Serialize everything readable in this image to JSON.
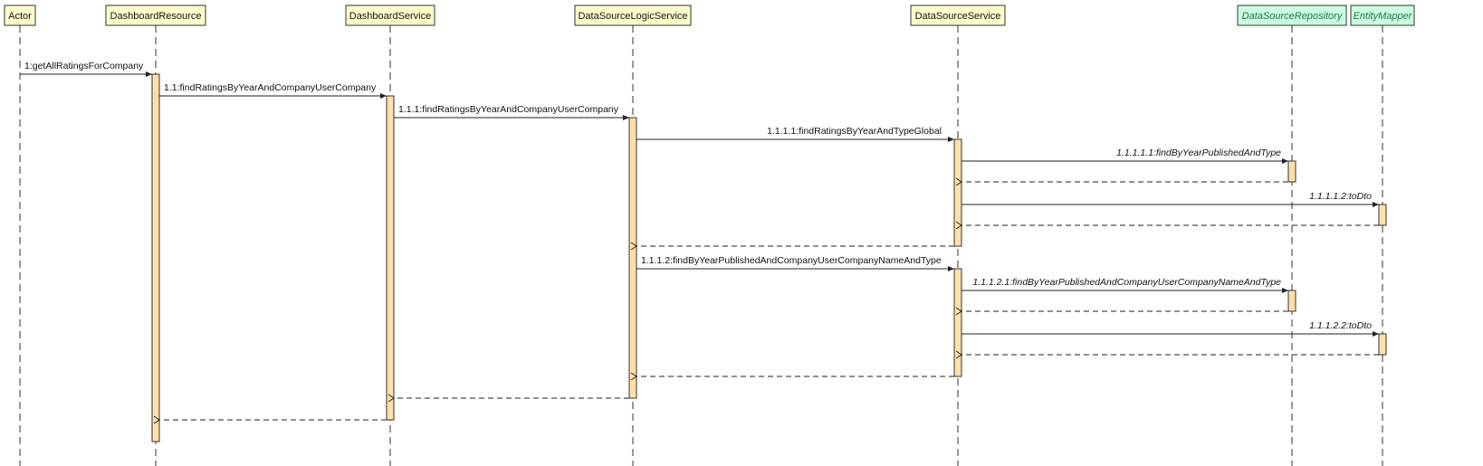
{
  "colors": {
    "participant_fill": "#ffffcc",
    "interface_fill": "#ccffdd",
    "activation_fill": "#ffe0a8",
    "line": "#333333",
    "text": "#111111"
  },
  "participants": [
    {
      "id": "actor",
      "name": "Actor",
      "style": "normal"
    },
    {
      "id": "dashboardResource",
      "name": "DashboardResource",
      "style": "normal"
    },
    {
      "id": "dashboardService",
      "name": "DashboardService",
      "style": "normal"
    },
    {
      "id": "dataSourceLogicService",
      "name": "DataSourceLogicService",
      "style": "normal"
    },
    {
      "id": "dataSourceService",
      "name": "DataSourceService",
      "style": "normal"
    },
    {
      "id": "dataSourceRepository",
      "name": "DataSourceRepository",
      "style": "interface"
    },
    {
      "id": "entityMapper",
      "name": "EntityMapper",
      "style": "interface"
    }
  ],
  "messages": [
    {
      "from": "actor",
      "to": "dashboardResource",
      "label": "1:getAllRatingsForCompany",
      "kind": "call"
    },
    {
      "from": "dashboardResource",
      "to": "dashboardService",
      "label": "1.1:findRatingsByYearAndCompanyUserCompany",
      "kind": "call"
    },
    {
      "from": "dashboardService",
      "to": "dataSourceLogicService",
      "label": "1.1.1:findRatingsByYearAndCompanyUserCompany",
      "kind": "call"
    },
    {
      "from": "dataSourceLogicService",
      "to": "dataSourceService",
      "label": "1.1.1.1:findRatingsByYearAndTypeGlobal",
      "kind": "call"
    },
    {
      "from": "dataSourceService",
      "to": "dataSourceRepository",
      "label": "1.1.1.1.1:findByYearPublishedAndType",
      "kind": "call",
      "italic": true
    },
    {
      "from": "dataSourceRepository",
      "to": "dataSourceService",
      "label": "",
      "kind": "return"
    },
    {
      "from": "dataSourceService",
      "to": "entityMapper",
      "label": "1.1.1.1.2:toDto",
      "kind": "call",
      "italic": true
    },
    {
      "from": "entityMapper",
      "to": "dataSourceService",
      "label": "",
      "kind": "return"
    },
    {
      "from": "dataSourceService",
      "to": "dataSourceLogicService",
      "label": "",
      "kind": "return"
    },
    {
      "from": "dataSourceLogicService",
      "to": "dataSourceService",
      "label": "1.1.1.2:findByYearPublishedAndCompanyUserCompanyNameAndType",
      "kind": "call"
    },
    {
      "from": "dataSourceService",
      "to": "dataSourceRepository",
      "label": "1.1.1.2.1:findByYearPublishedAndCompanyUserCompanyNameAndType",
      "kind": "call",
      "italic": true
    },
    {
      "from": "dataSourceRepository",
      "to": "dataSourceService",
      "label": "",
      "kind": "return"
    },
    {
      "from": "dataSourceService",
      "to": "entityMapper",
      "label": "1.1.1.2.2:toDto",
      "kind": "call",
      "italic": true
    },
    {
      "from": "entityMapper",
      "to": "dataSourceService",
      "label": "",
      "kind": "return"
    },
    {
      "from": "dataSourceService",
      "to": "dataSourceLogicService",
      "label": "",
      "kind": "return"
    },
    {
      "from": "dataSourceLogicService",
      "to": "dashboardService",
      "label": "",
      "kind": "return"
    },
    {
      "from": "dashboardService",
      "to": "dashboardResource",
      "label": "",
      "kind": "return"
    }
  ]
}
